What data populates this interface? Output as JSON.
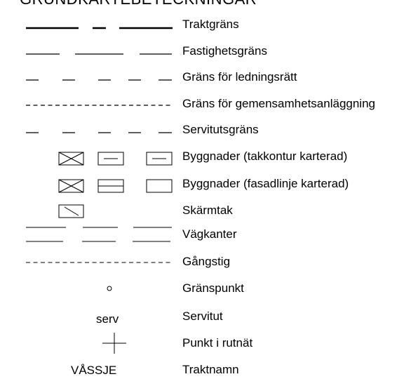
{
  "title": "GRUNDKARTEBETECKNINGAR",
  "legend": [
    {
      "symbol": "traktgrans-line",
      "label": "Traktgräns"
    },
    {
      "symbol": "fastighetsgrans-line",
      "label": "Fastighetsgräns"
    },
    {
      "symbol": "ledningsratt-line",
      "label": "Gräns för ledningsrätt"
    },
    {
      "symbol": "gemensamhetsanlaggning-line",
      "label": "Gräns för gemensamhetsanläggning"
    },
    {
      "symbol": "servitutsgrans-line",
      "label": "Servitutsgräns"
    },
    {
      "symbol": "building-takkontur-icons",
      "label": "Byggnader (takkontur karterad)"
    },
    {
      "symbol": "building-fasadlinje-icons",
      "label": "Byggnader (fasadlinje karterad)"
    },
    {
      "symbol": "skarmtak-icon",
      "label": "Skärmtak"
    },
    {
      "symbol": "vagkanter-lines",
      "label": "Vägkanter"
    },
    {
      "symbol": "gangstig-line",
      "label": "Gångstig"
    },
    {
      "symbol": "granspunkt-circle",
      "label": "Gränspunkt"
    },
    {
      "symbol": "serv-text",
      "label": "Servitut",
      "sample": "serv"
    },
    {
      "symbol": "cross-icon",
      "label": "Punkt i rutnät"
    },
    {
      "symbol": "traktnamn-text",
      "label": "Traktnamn",
      "sample": "VÅSSJE"
    }
  ]
}
